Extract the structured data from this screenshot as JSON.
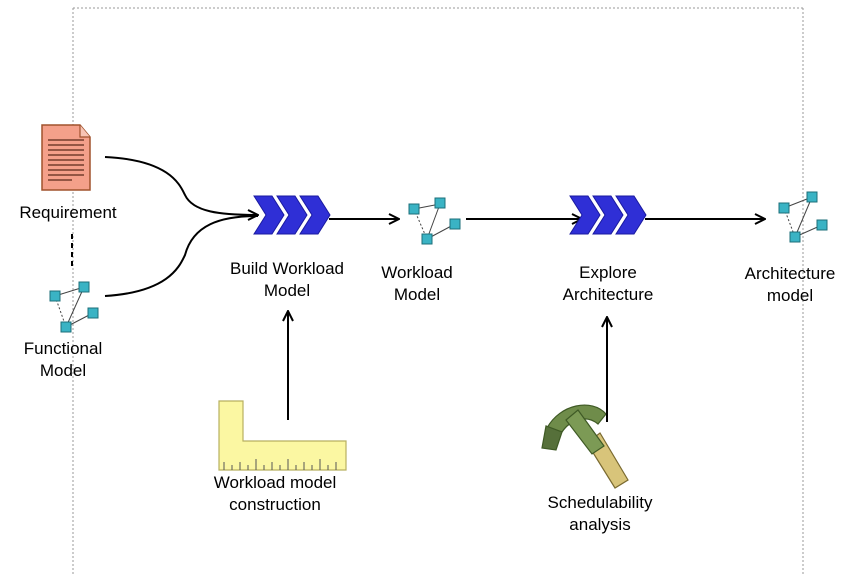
{
  "labels": {
    "requirement": "Requirement",
    "functional_model": [
      "Functional",
      "Model"
    ],
    "build_workload_model": [
      "Build Workload",
      "Model"
    ],
    "workload_model": [
      "Workload",
      "Model"
    ],
    "explore_architecture": [
      "Explore",
      "Architecture"
    ],
    "architecture_model": [
      "Architecture",
      "model"
    ],
    "workload_model_construction": [
      "Workload model",
      "construction"
    ],
    "schedulability_analysis": [
      "Schedulability",
      "analysis"
    ]
  },
  "icons": {
    "document": "document-icon",
    "model_graph": "model-graph-icon",
    "process_chevron": "process-chevron-icon",
    "ruler": "ruler-icon",
    "hammer": "hammer-icon"
  },
  "colors": {
    "document_fill": "#f4a08a",
    "document_stroke": "#a0522d",
    "node_fill": "#3ab3c4",
    "chevron_fill": "#2f2fd6",
    "chevron_stroke": "#1a1aa0",
    "ruler_fill": "#fbf7a2",
    "hammer_head": "#6f8c4a",
    "hammer_handle": "#d8c47a"
  }
}
